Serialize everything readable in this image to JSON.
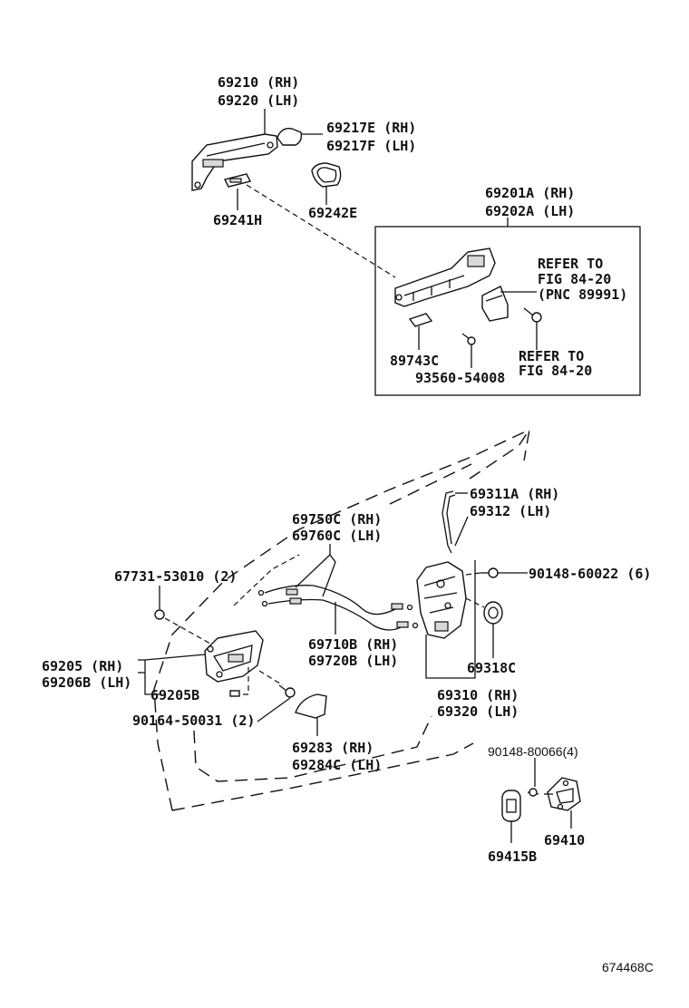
{
  "labels": {
    "l1a": "69210 (RH)",
    "l1b": "69220 (LH)",
    "l2a": "69217E (RH)",
    "l2b": "69217F (LH)",
    "l3": "69241H",
    "l4": "69242E",
    "l5a": "69201A (RH)",
    "l5b": "69202A (LH)",
    "l6a": "REFER TO",
    "l6b": "FIG 84-20",
    "l6c": "(PNC 89991)",
    "l7": "89743C",
    "l8": "93560-54008",
    "l9a": "REFER TO",
    "l9b": "FIG 84-20",
    "l10a": "69311A (RH)",
    "l10b": "69312 (LH)",
    "l11a": "69750C (RH)",
    "l11b": "69760C (LH)",
    "l12": "67731-53010 (2)",
    "l13": "90148-60022 (6)",
    "l14a": "69205 (RH)",
    "l14b": "69206B (LH)",
    "l15a": "69710B (RH)",
    "l15b": "69720B (LH)",
    "l16": "69318C",
    "l17": "69205B",
    "l18": "90164-50031 (2)",
    "l19a": "69310 (RH)",
    "l19b": "69320 (LH)",
    "l20a": "69283 (RH)",
    "l20b": "69284C (LH)",
    "l21": "90148-80066(4)",
    "l22": "69410",
    "l23": "69415B",
    "code": "674468C"
  }
}
